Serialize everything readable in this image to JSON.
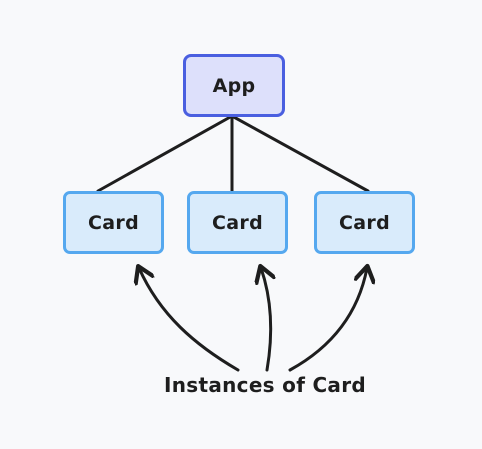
{
  "diagram": {
    "root": {
      "label": "App"
    },
    "children": [
      {
        "label": "Card"
      },
      {
        "label": "Card"
      },
      {
        "label": "Card"
      }
    ],
    "caption": "Instances of Card",
    "colors": {
      "background": "#f8f9fb",
      "root_fill": "#dde0fb",
      "root_stroke": "#4a5fe0",
      "child_fill": "#d9ebfb",
      "child_stroke": "#55a8ef",
      "line": "#1e1e1e"
    }
  }
}
